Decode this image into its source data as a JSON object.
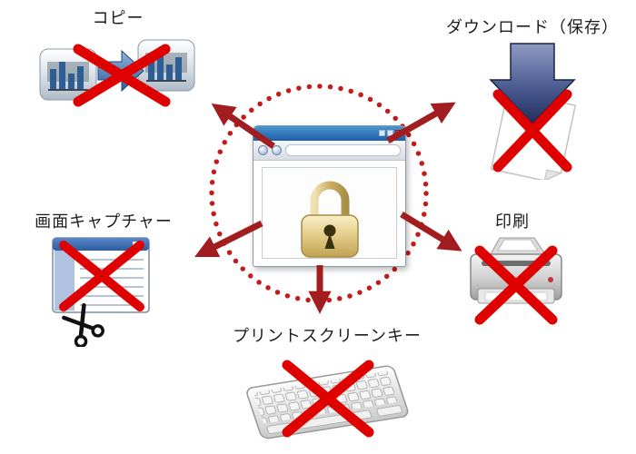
{
  "items": [
    {
      "id": "copy",
      "label": "コピー",
      "icon": "copy-prohibited-icon"
    },
    {
      "id": "download",
      "label": "ダウンロード（保存）",
      "icon": "download-prohibited-icon"
    },
    {
      "id": "screen_capture",
      "label": "画面キャプチャー",
      "icon": "screen-capture-prohibited-icon"
    },
    {
      "id": "print",
      "label": "印刷",
      "icon": "print-prohibited-icon"
    },
    {
      "id": "print_screen",
      "label": "プリントスクリーンキー",
      "icon": "keyboard-prohibited-icon"
    }
  ],
  "center": {
    "icon": "locked-browser-icon"
  },
  "colors": {
    "prohibit_x": "#df0000",
    "arrow": "#a21d20",
    "dotted_circle": "#c51a1a",
    "browser_titlebar": "#1c5fa6",
    "lock_gold": "#d9bd6a"
  }
}
